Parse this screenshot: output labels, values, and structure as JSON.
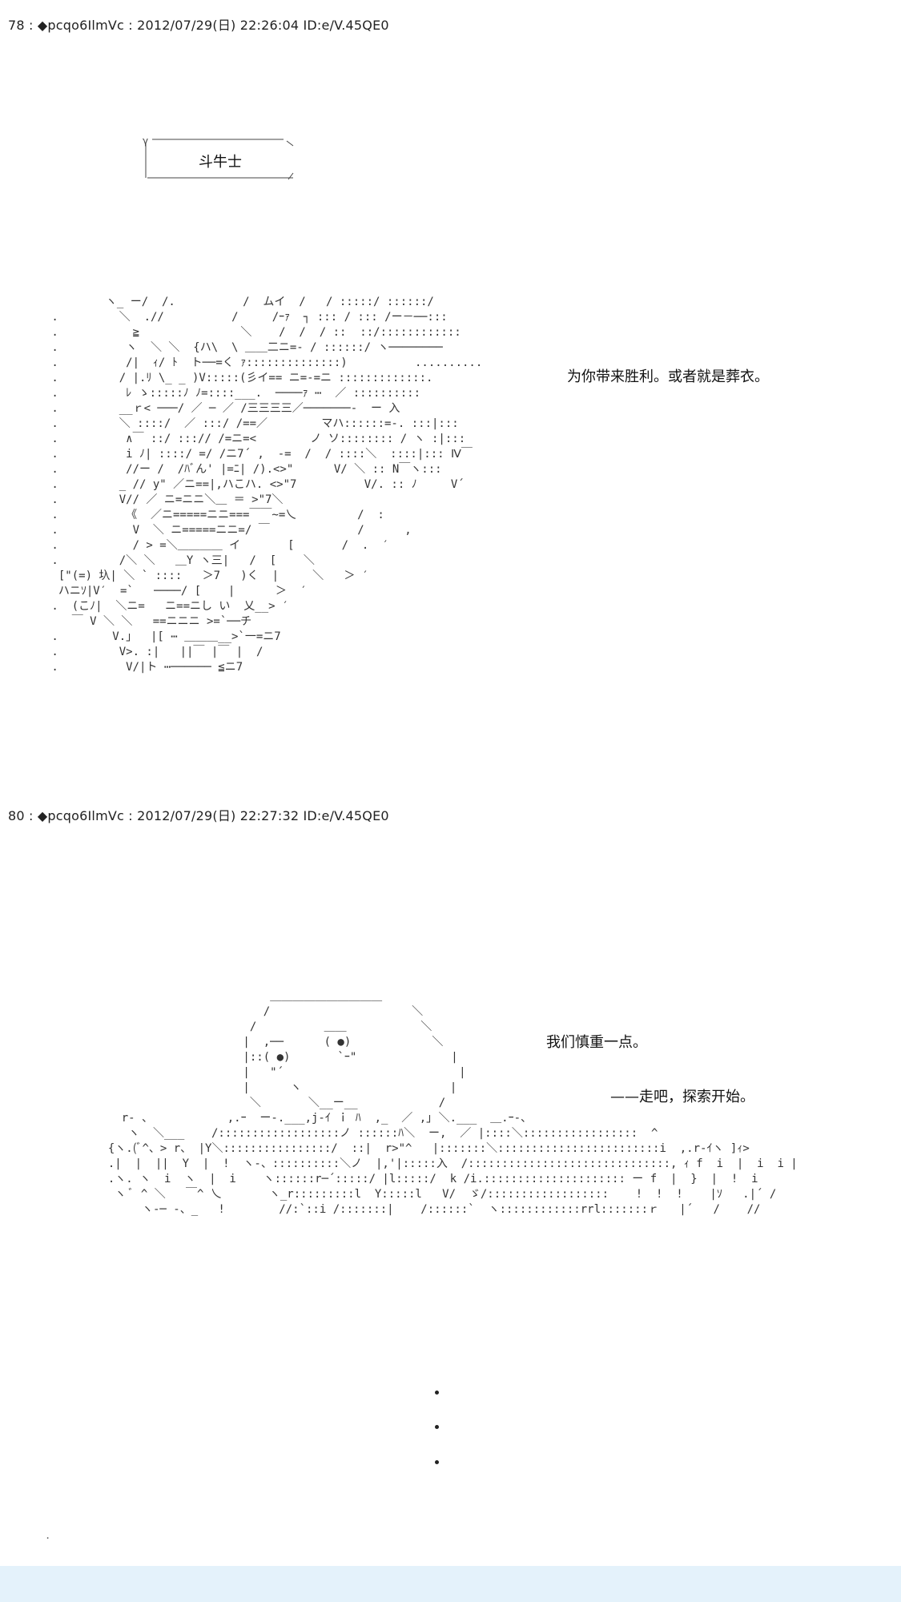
{
  "post78": {
    "header": "78 : ◆pcqo6IlmVc : 2012/07/29(日) 22:26:04 ID:e/V.45QE0",
    "balloon_label": "斗牛士",
    "speech": "为你带来胜利。或者就是葬衣。"
  },
  "post80": {
    "header": "80 : ◆pcqo6IlmVc : 2012/07/29(日) 22:27:32 ID:e/V.45QE0",
    "speech_1": "我们慎重一点。",
    "speech_2": "——走吧，探索开始。"
  }
}
